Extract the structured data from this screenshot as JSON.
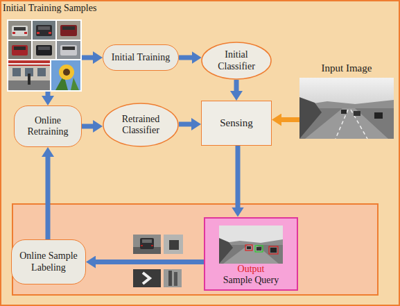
{
  "diagram": {
    "nodes": [
      {
        "text": [
          "Initial Training Samples"
        ]
      },
      {
        "text": [
          "Initial Training"
        ]
      },
      {
        "text": [
          "Initial Classifier"
        ]
      },
      {
        "text": [
          "Online Retraining"
        ]
      },
      {
        "text": [
          "Retrained Classifier"
        ]
      },
      {
        "text": [
          "Sensing"
        ]
      },
      {
        "text": [
          "Input Image"
        ]
      },
      {
        "text": [
          "Online Sample Labeling"
        ]
      },
      {
        "text": [
          "Output",
          "Sample Query"
        ]
      }
    ],
    "edges": [
      {
        "from": 0,
        "to": 1,
        "arrow": "to"
      },
      {
        "from": 1,
        "to": 2,
        "arrow": "to"
      },
      {
        "from": 0,
        "to": 3,
        "arrow": "to"
      },
      {
        "from": 2,
        "to": 5,
        "arrow": "to"
      },
      {
        "from": 3,
        "to": 4,
        "arrow": "to"
      },
      {
        "from": 4,
        "to": 5,
        "arrow": "to"
      },
      {
        "from": 6,
        "to": 5,
        "arrow": "to"
      },
      {
        "from": 5,
        "to": 8,
        "arrow": "to"
      },
      {
        "from": 8,
        "to": 7,
        "arrow": "to"
      },
      {
        "from": 7,
        "to": 3,
        "arrow": "to"
      }
    ]
  }
}
